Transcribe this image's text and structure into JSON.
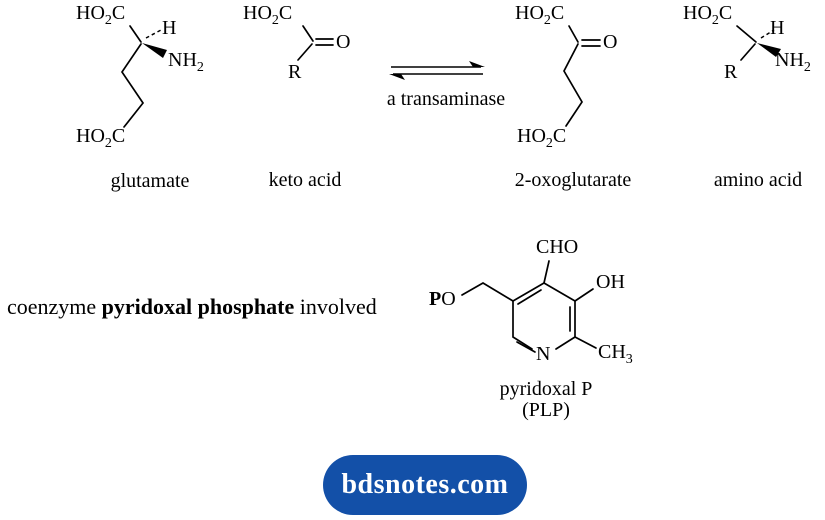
{
  "colors": {
    "ink": "#000000",
    "background": "#ffffff",
    "badge_bg": "#1350a8",
    "badge_text": "#ffffff"
  },
  "reaction": {
    "arrow_label": "a transaminase",
    "molecules": {
      "glutamate": {
        "label": "glutamate",
        "acid_top": {
          "pre": "HO",
          "sub": "2",
          "post": "C"
        },
        "h": "H",
        "amine": {
          "pre": "NH",
          "sub": "2"
        },
        "acid_bottom": {
          "pre": "HO",
          "sub": "2",
          "post": "C"
        }
      },
      "keto_acid": {
        "label": "keto acid",
        "acid_top": {
          "pre": "HO",
          "sub": "2",
          "post": "C"
        },
        "oxygen": "O",
        "r": "R"
      },
      "oxoglutarate": {
        "label": "2-oxoglutarate",
        "acid_top": {
          "pre": "HO",
          "sub": "2",
          "post": "C"
        },
        "oxygen": "O",
        "acid_bottom": {
          "pre": "HO",
          "sub": "2",
          "post": "C"
        }
      },
      "amino_acid": {
        "label": "amino acid",
        "acid_top": {
          "pre": "HO",
          "sub": "2",
          "post": "C"
        },
        "h": "H",
        "amine": {
          "pre": "NH",
          "sub": "2"
        },
        "r": "R"
      }
    }
  },
  "coenzyme_note": {
    "prefix": "coenzyme ",
    "bold": "pyridoxal phosphate",
    "suffix": " involved"
  },
  "plp": {
    "cho": "CHO",
    "oh": "OH",
    "po_p": "P",
    "po_o": "O",
    "n": "N",
    "methyl": {
      "pre": "CH",
      "sub": "3"
    },
    "name": "pyridoxal P",
    "abbr": "(PLP)"
  },
  "badge": {
    "text": "bdsnotes.com"
  }
}
